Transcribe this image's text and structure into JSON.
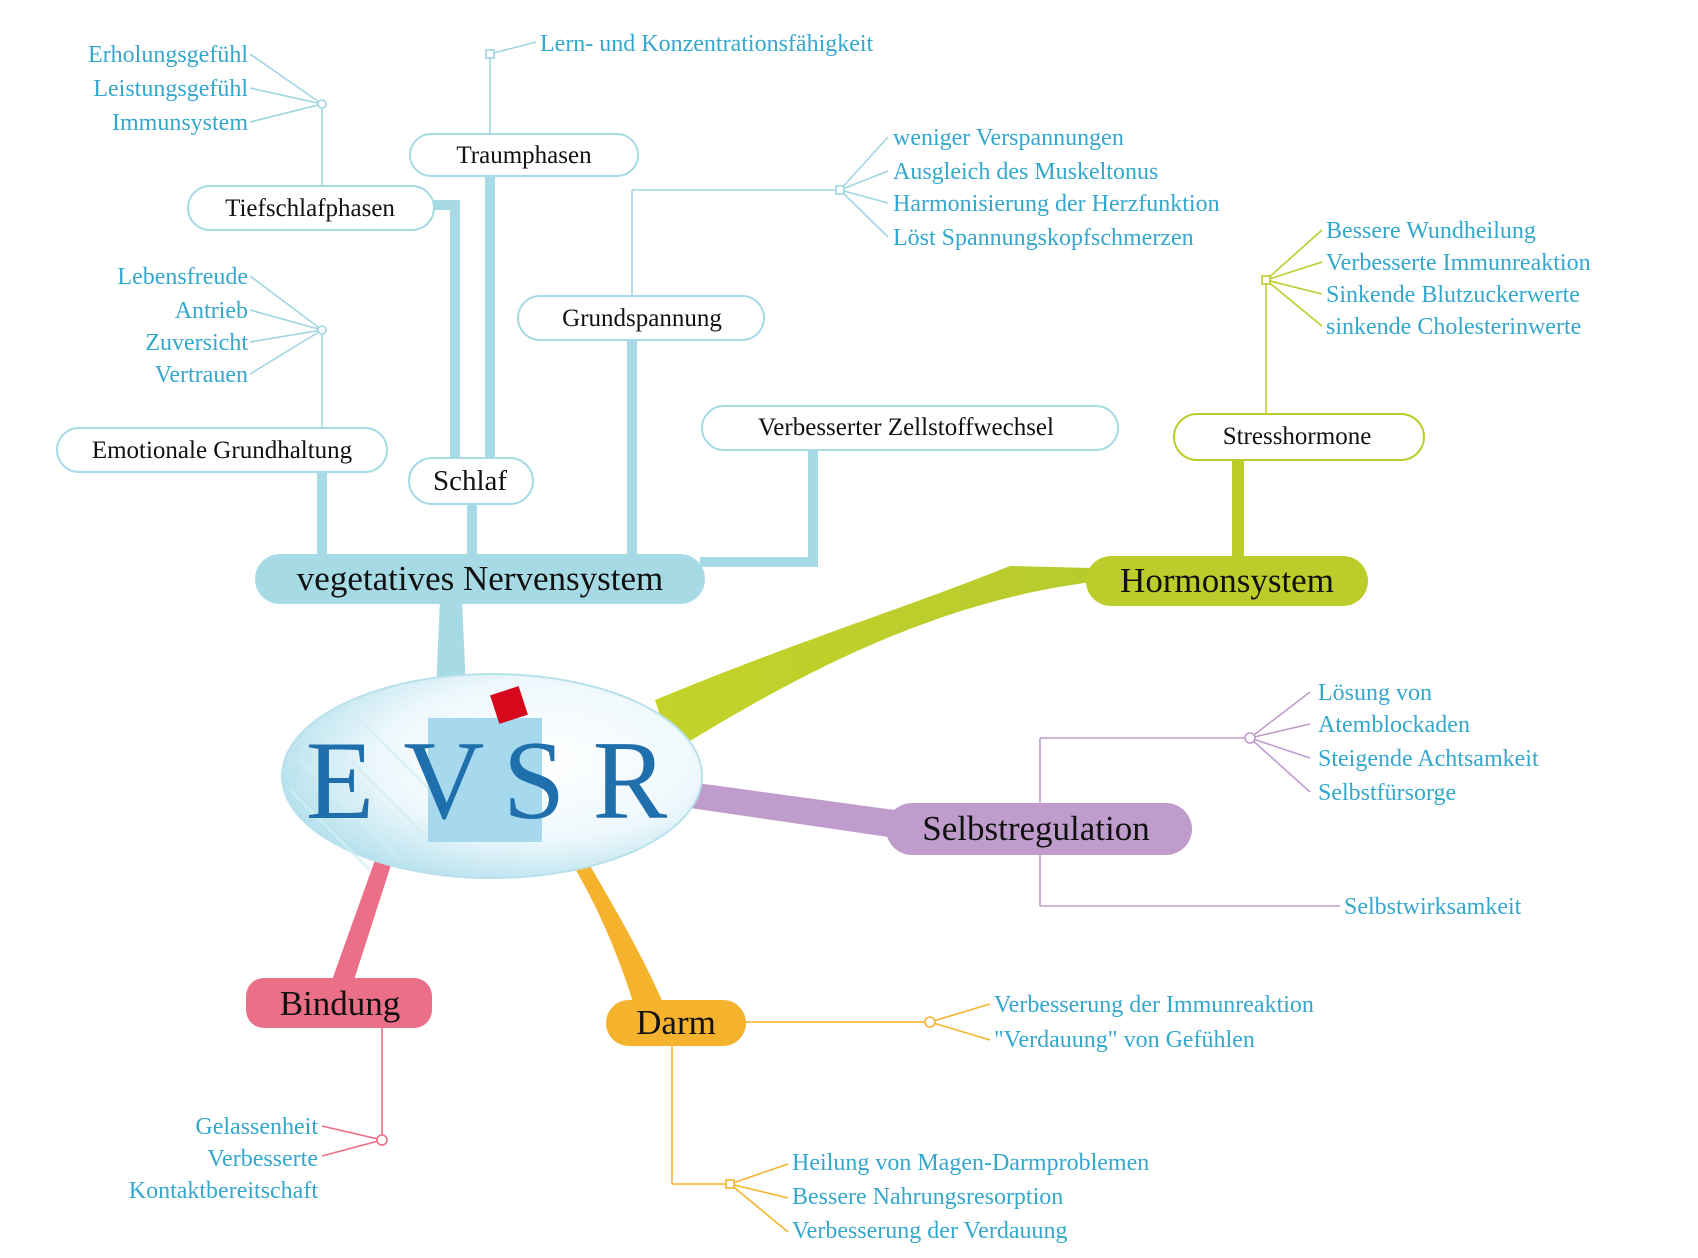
{
  "center": {
    "letters": [
      "E",
      "V",
      "S",
      "R"
    ]
  },
  "colors": {
    "blue_branch": "#a6dbe6",
    "thin_blue": "#9fd6e2",
    "leaf_text": "#34a7cc",
    "hormon": "#bccd2b",
    "selbst": "#bf9ccb",
    "darm": "#f5b22d",
    "bindung": "#ec6f88",
    "letters": "#1f6fad",
    "red_square": "#d7081c"
  },
  "branches": {
    "vns": {
      "label": "vegetatives Nervensystem",
      "subs": {
        "emotionale": {
          "label": "Emotionale Grundhaltung",
          "leaves": [
            "Lebensfreude",
            "Antrieb",
            "Zuversicht",
            "Vertrauen"
          ]
        },
        "schlaf": {
          "label": "Schlaf"
        },
        "tiefschlaf": {
          "label": "Tiefschlafphasen",
          "leaves": [
            "Erholungsgefühl",
            "Leistungsgefühl",
            "Immunsystem"
          ]
        },
        "traum": {
          "label": "Traumphasen",
          "leaves": [
            "Lern- und Konzentrationsfähigkeit"
          ]
        },
        "grundspannung": {
          "label": "Grundspannung",
          "leaves": [
            "weniger Verspannungen",
            "Ausgleich des Muskeltonus",
            "Harmonisierung der Herzfunktion",
            "Löst Spannungskopfschmerzen"
          ]
        },
        "zell": {
          "label": "Verbesserter Zellstoffwechsel"
        }
      }
    },
    "hormon": {
      "label": "Hormonsystem",
      "sub": {
        "label": "Stresshormone",
        "leaves": [
          "Bessere Wundheilung",
          "Verbesserte Immunreaktion",
          "Sinkende Blutzuckerwerte",
          "sinkende Cholesterinwerte"
        ]
      }
    },
    "selbst": {
      "label": "Selbstregulation",
      "leaves_top": [
        "Lösung von",
        "Atemblockaden",
        "Steigende Achtsamkeit",
        "Selbstfürsorge"
      ],
      "leaf_bottom": "Selbstwirksamkeit"
    },
    "darm": {
      "label": "Darm",
      "leaves_right": [
        "Verbesserung der Immunreaktion",
        "\"Verdauung\" von Gefühlen"
      ],
      "leaves_bottom": [
        "Heilung von Magen-Darmproblemen",
        "Bessere Nahrungsresorption",
        "Verbesserung der Verdauung"
      ]
    },
    "bindung": {
      "label": "Bindung",
      "leaves": [
        "Gelassenheit",
        "Verbesserte",
        "Kontaktbereitschaft"
      ]
    }
  }
}
